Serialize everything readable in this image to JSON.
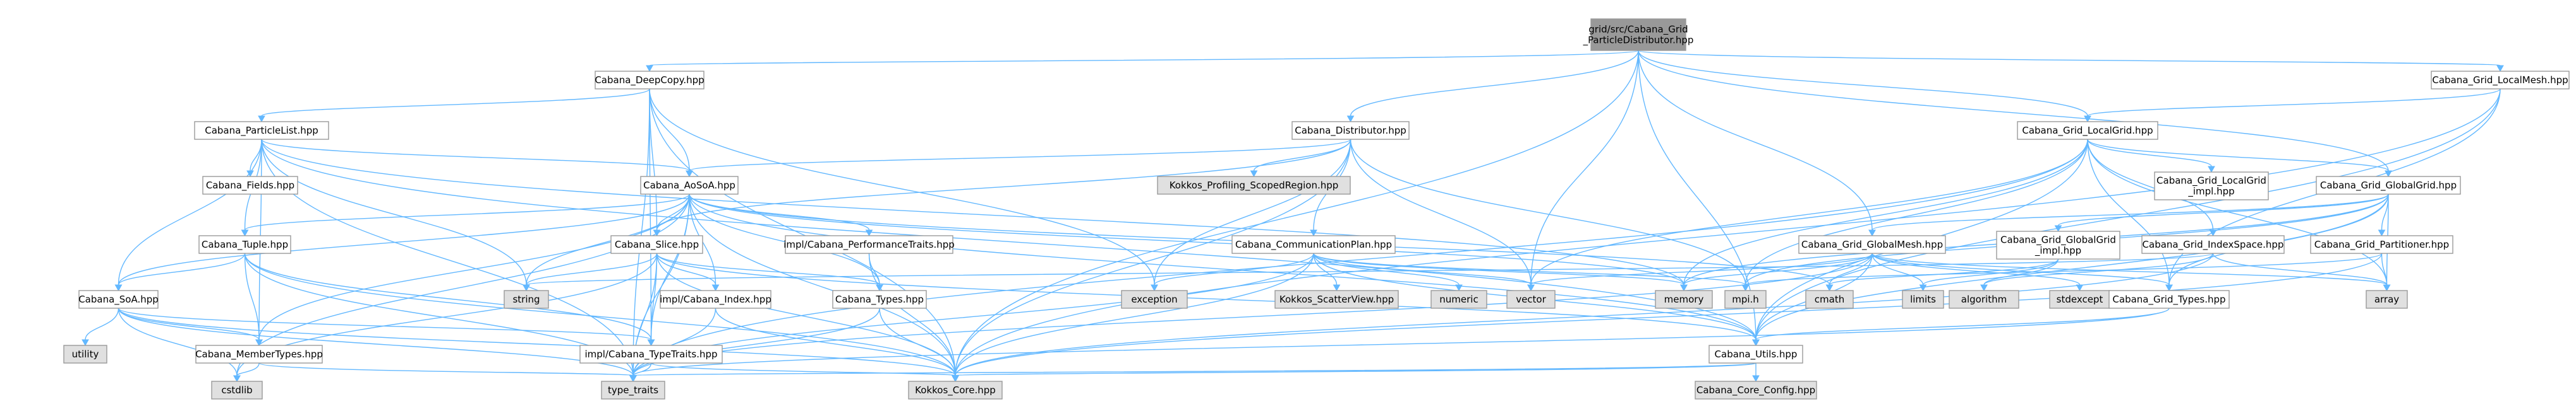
{
  "colors": {
    "edge": "#63b8ff",
    "root_fill": "#999999",
    "header_fill": "#ffffff",
    "system_fill": "#e0e0e0",
    "border": "#999999"
  },
  "nodes": [
    {
      "id": "root",
      "lines": [
        "grid/src/Cabana_Grid",
        "_ParticleDistributor.hpp"
      ],
      "kind": "root"
    },
    {
      "id": "deepcopy",
      "lines": [
        "Cabana_DeepCopy.hpp"
      ],
      "kind": "header"
    },
    {
      "id": "distributor",
      "lines": [
        "Cabana_Distributor.hpp"
      ],
      "kind": "header"
    },
    {
      "id": "localmesh",
      "lines": [
        "Cabana_Grid_LocalMesh.hpp"
      ],
      "kind": "header"
    },
    {
      "id": "particlelist",
      "lines": [
        "Cabana_ParticleList.hpp"
      ],
      "kind": "header"
    },
    {
      "id": "localgrid",
      "lines": [
        "Cabana_Grid_LocalGrid.hpp"
      ],
      "kind": "header"
    },
    {
      "id": "fields",
      "lines": [
        "Cabana_Fields.hpp"
      ],
      "kind": "header"
    },
    {
      "id": "aosoa",
      "lines": [
        "Cabana_AoSoA.hpp"
      ],
      "kind": "header"
    },
    {
      "id": "kokkosprof",
      "lines": [
        "Kokkos_Profiling_ScopedRegion.hpp"
      ],
      "kind": "system"
    },
    {
      "id": "localgridimpl",
      "lines": [
        "Cabana_Grid_LocalGrid",
        "_impl.hpp"
      ],
      "kind": "header"
    },
    {
      "id": "globalgrid",
      "lines": [
        "Cabana_Grid_GlobalGrid.hpp"
      ],
      "kind": "header"
    },
    {
      "id": "tuple",
      "lines": [
        "Cabana_Tuple.hpp"
      ],
      "kind": "header"
    },
    {
      "id": "slice",
      "lines": [
        "Cabana_Slice.hpp"
      ],
      "kind": "header"
    },
    {
      "id": "perftraits",
      "lines": [
        "impl/Cabana_PerformanceTraits.hpp"
      ],
      "kind": "header"
    },
    {
      "id": "commplan",
      "lines": [
        "Cabana_CommunicationPlan.hpp"
      ],
      "kind": "header"
    },
    {
      "id": "globalmesh",
      "lines": [
        "Cabana_Grid_GlobalMesh.hpp"
      ],
      "kind": "header"
    },
    {
      "id": "globalgridimpl",
      "lines": [
        "Cabana_Grid_GlobalGrid",
        "_impl.hpp"
      ],
      "kind": "header"
    },
    {
      "id": "indexspace",
      "lines": [
        "Cabana_Grid_IndexSpace.hpp"
      ],
      "kind": "header"
    },
    {
      "id": "partitioner",
      "lines": [
        "Cabana_Grid_Partitioner.hpp"
      ],
      "kind": "header"
    },
    {
      "id": "soa",
      "lines": [
        "Cabana_SoA.hpp"
      ],
      "kind": "header"
    },
    {
      "id": "string",
      "lines": [
        "string"
      ],
      "kind": "system"
    },
    {
      "id": "implindex",
      "lines": [
        "impl/Cabana_Index.hpp"
      ],
      "kind": "header"
    },
    {
      "id": "types",
      "lines": [
        "Cabana_Types.hpp"
      ],
      "kind": "header"
    },
    {
      "id": "exception",
      "lines": [
        "exception"
      ],
      "kind": "system"
    },
    {
      "id": "scatterview",
      "lines": [
        "Kokkos_ScatterView.hpp"
      ],
      "kind": "system"
    },
    {
      "id": "numeric",
      "lines": [
        "numeric"
      ],
      "kind": "system"
    },
    {
      "id": "vector",
      "lines": [
        "vector"
      ],
      "kind": "system"
    },
    {
      "id": "memory",
      "lines": [
        "memory"
      ],
      "kind": "system"
    },
    {
      "id": "mpih",
      "lines": [
        "mpi.h"
      ],
      "kind": "system"
    },
    {
      "id": "cmath",
      "lines": [
        "cmath"
      ],
      "kind": "system"
    },
    {
      "id": "limits",
      "lines": [
        "limits"
      ],
      "kind": "system"
    },
    {
      "id": "algorithm",
      "lines": [
        "algorithm"
      ],
      "kind": "system"
    },
    {
      "id": "stdexcept",
      "lines": [
        "stdexcept"
      ],
      "kind": "system"
    },
    {
      "id": "gridtypes",
      "lines": [
        "Cabana_Grid_Types.hpp"
      ],
      "kind": "header"
    },
    {
      "id": "array",
      "lines": [
        "array"
      ],
      "kind": "system"
    },
    {
      "id": "utility",
      "lines": [
        "utility"
      ],
      "kind": "system"
    },
    {
      "id": "membertypes",
      "lines": [
        "Cabana_MemberTypes.hpp"
      ],
      "kind": "header"
    },
    {
      "id": "typetraits_impl",
      "lines": [
        "impl/Cabana_TypeTraits.hpp"
      ],
      "kind": "header"
    },
    {
      "id": "utils",
      "lines": [
        "Cabana_Utils.hpp"
      ],
      "kind": "header"
    },
    {
      "id": "cstdlib",
      "lines": [
        "cstdlib"
      ],
      "kind": "system"
    },
    {
      "id": "typetraits",
      "lines": [
        "type_traits"
      ],
      "kind": "system"
    },
    {
      "id": "kokkoscore",
      "lines": [
        "Kokkos_Core.hpp"
      ],
      "kind": "system"
    },
    {
      "id": "coreconfig",
      "lines": [
        "Cabana_Core_Config.hpp"
      ],
      "kind": "system"
    }
  ],
  "edges": [
    [
      "root",
      "deepcopy"
    ],
    [
      "root",
      "distributor"
    ],
    [
      "root",
      "localmesh"
    ],
    [
      "root",
      "localgrid"
    ],
    [
      "root",
      "globalgrid"
    ],
    [
      "root",
      "globalmesh"
    ],
    [
      "root",
      "vector"
    ],
    [
      "root",
      "utils"
    ],
    [
      "root",
      "kokkoscore"
    ],
    [
      "deepcopy",
      "particlelist"
    ],
    [
      "deepcopy",
      "aosoa"
    ],
    [
      "deepcopy",
      "slice"
    ],
    [
      "deepcopy",
      "typetraits_impl"
    ],
    [
      "deepcopy",
      "exception"
    ],
    [
      "deepcopy",
      "typetraits"
    ],
    [
      "deepcopy",
      "kokkoscore"
    ],
    [
      "particlelist",
      "fields"
    ],
    [
      "particlelist",
      "aosoa"
    ],
    [
      "particlelist",
      "tuple"
    ],
    [
      "particlelist",
      "soa"
    ],
    [
      "particlelist",
      "membertypes"
    ],
    [
      "particlelist",
      "string"
    ],
    [
      "particlelist",
      "memory"
    ],
    [
      "particlelist",
      "typetraits"
    ],
    [
      "particlelist",
      "utils"
    ],
    [
      "aosoa",
      "tuple"
    ],
    [
      "aosoa",
      "slice"
    ],
    [
      "aosoa",
      "implindex"
    ],
    [
      "aosoa",
      "perftraits"
    ],
    [
      "aosoa",
      "soa"
    ],
    [
      "aosoa",
      "membertypes"
    ],
    [
      "aosoa",
      "types"
    ],
    [
      "aosoa",
      "typetraits_impl"
    ],
    [
      "aosoa",
      "utils"
    ],
    [
      "aosoa",
      "kokkoscore"
    ],
    [
      "aosoa",
      "memory"
    ],
    [
      "aosoa",
      "cmath"
    ],
    [
      "aosoa",
      "cstdlib"
    ],
    [
      "aosoa",
      "string"
    ],
    [
      "aosoa",
      "typetraits"
    ],
    [
      "tuple",
      "soa"
    ],
    [
      "tuple",
      "membertypes"
    ],
    [
      "tuple",
      "typetraits_impl"
    ],
    [
      "tuple",
      "kokkoscore"
    ],
    [
      "tuple",
      "typetraits"
    ],
    [
      "soa",
      "utility"
    ],
    [
      "soa",
      "membertypes"
    ],
    [
      "soa",
      "typetraits_impl"
    ],
    [
      "soa",
      "kokkoscore"
    ],
    [
      "soa",
      "cstdlib"
    ],
    [
      "soa",
      "typetraits"
    ],
    [
      "membertypes",
      "cstdlib"
    ],
    [
      "membertypes",
      "typetraits"
    ],
    [
      "slice",
      "implindex"
    ],
    [
      "slice",
      "types"
    ],
    [
      "slice",
      "typetraits_impl"
    ],
    [
      "slice",
      "utils"
    ],
    [
      "slice",
      "kokkoscore"
    ],
    [
      "slice",
      "cstdlib"
    ],
    [
      "slice",
      "string"
    ],
    [
      "slice",
      "typetraits"
    ],
    [
      "implindex",
      "kokkoscore"
    ],
    [
      "implindex",
      "typetraits"
    ],
    [
      "perftraits",
      "types"
    ],
    [
      "perftraits",
      "kokkoscore"
    ],
    [
      "types",
      "kokkoscore"
    ],
    [
      "types",
      "typetraits"
    ],
    [
      "typetraits_impl",
      "kokkoscore"
    ],
    [
      "typetraits_impl",
      "typetraits"
    ],
    [
      "distributor",
      "aosoa"
    ],
    [
      "distributor",
      "commplan"
    ],
    [
      "distributor",
      "slice"
    ],
    [
      "distributor",
      "kokkosprof"
    ],
    [
      "distributor",
      "exception"
    ],
    [
      "distributor",
      "vector"
    ],
    [
      "distributor",
      "mpih"
    ],
    [
      "distributor",
      "kokkoscore"
    ],
    [
      "commplan",
      "exception"
    ],
    [
      "commplan",
      "scatterview"
    ],
    [
      "commplan",
      "numeric"
    ],
    [
      "commplan",
      "vector"
    ],
    [
      "commplan",
      "memory"
    ],
    [
      "commplan",
      "mpih"
    ],
    [
      "commplan",
      "utils"
    ],
    [
      "commplan",
      "kokkoscore"
    ],
    [
      "commplan",
      "typetraits"
    ],
    [
      "localmesh",
      "localgrid"
    ],
    [
      "localmesh",
      "gridtypes"
    ],
    [
      "localmesh",
      "utils"
    ],
    [
      "localmesh",
      "kokkoscore"
    ],
    [
      "localgrid",
      "localgridimpl"
    ],
    [
      "localgrid",
      "globalgrid"
    ],
    [
      "localgrid",
      "indexspace"
    ],
    [
      "localgrid",
      "gridtypes"
    ],
    [
      "localgrid",
      "array"
    ],
    [
      "localgrid",
      "memory"
    ],
    [
      "localgrid",
      "vector"
    ],
    [
      "localgrid",
      "mpih"
    ],
    [
      "localgrid",
      "utils"
    ],
    [
      "localgrid",
      "typetraits"
    ],
    [
      "globalgrid",
      "globalgridimpl"
    ],
    [
      "globalgrid",
      "globalmesh"
    ],
    [
      "globalgrid",
      "partitioner"
    ],
    [
      "globalgrid",
      "gridtypes"
    ],
    [
      "globalgrid",
      "array"
    ],
    [
      "globalgrid",
      "memory"
    ],
    [
      "globalgrid",
      "mpih"
    ],
    [
      "globalgrid",
      "utils"
    ],
    [
      "globalmesh",
      "gridtypes"
    ],
    [
      "globalmesh",
      "array"
    ],
    [
      "globalmesh",
      "cmath"
    ],
    [
      "globalmesh",
      "limits"
    ],
    [
      "globalmesh",
      "memory"
    ],
    [
      "globalmesh",
      "stdexcept"
    ],
    [
      "globalmesh",
      "vector"
    ],
    [
      "globalmesh",
      "utils"
    ],
    [
      "globalmesh",
      "typetraits"
    ],
    [
      "globalgridimpl",
      "algorithm"
    ],
    [
      "globalgridimpl",
      "limits"
    ],
    [
      "globalgridimpl",
      "cmath"
    ],
    [
      "indexspace",
      "algorithm"
    ],
    [
      "indexspace",
      "array"
    ],
    [
      "indexspace",
      "string"
    ],
    [
      "indexspace",
      "kokkoscore"
    ],
    [
      "partitioner",
      "array"
    ],
    [
      "partitioner",
      "mpih"
    ],
    [
      "partitioner",
      "kokkoscore"
    ],
    [
      "gridtypes",
      "utils"
    ],
    [
      "gridtypes",
      "typetraits"
    ],
    [
      "utils",
      "coreconfig"
    ],
    [
      "utils",
      "kokkoscore"
    ],
    [
      "utils",
      "typetraits"
    ]
  ]
}
